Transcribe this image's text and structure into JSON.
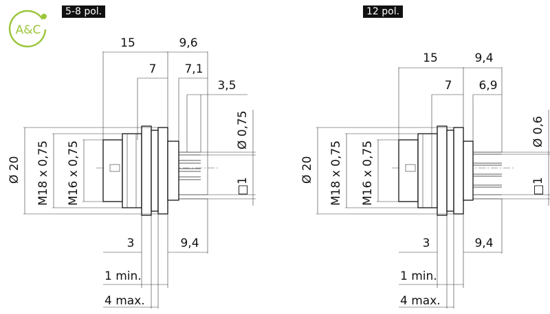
{
  "logo": {
    "text": "A&C",
    "color": "#9bc63b"
  },
  "left_view": {
    "title": "5-8 pol.",
    "dims": {
      "d15": "15",
      "d9_6": "9,6",
      "d7": "7",
      "d7_1": "7,1",
      "d3_5": "3,5",
      "pin_dia": "Ø 0,75",
      "outer_dia": "Ø 20",
      "thread1": "M18 x 0,75",
      "thread2": "M16 x 0,75",
      "square": "□1",
      "d3": "3",
      "d9_4": "9,4",
      "min": "1 min.",
      "max": "4 max."
    }
  },
  "right_view": {
    "title": "12 pol.",
    "dims": {
      "d15": "15",
      "d9_4top": "9,4",
      "d7": "7",
      "d6_9": "6,9",
      "pin_dia": "Ø 0,6",
      "outer_dia": "Ø 20",
      "thread1": "M18 x 0,75",
      "thread2": "M16 x 0,75",
      "square": "□1",
      "d3": "3",
      "d9_4": "9,4",
      "min": "1 min.",
      "max": "4 max."
    }
  }
}
